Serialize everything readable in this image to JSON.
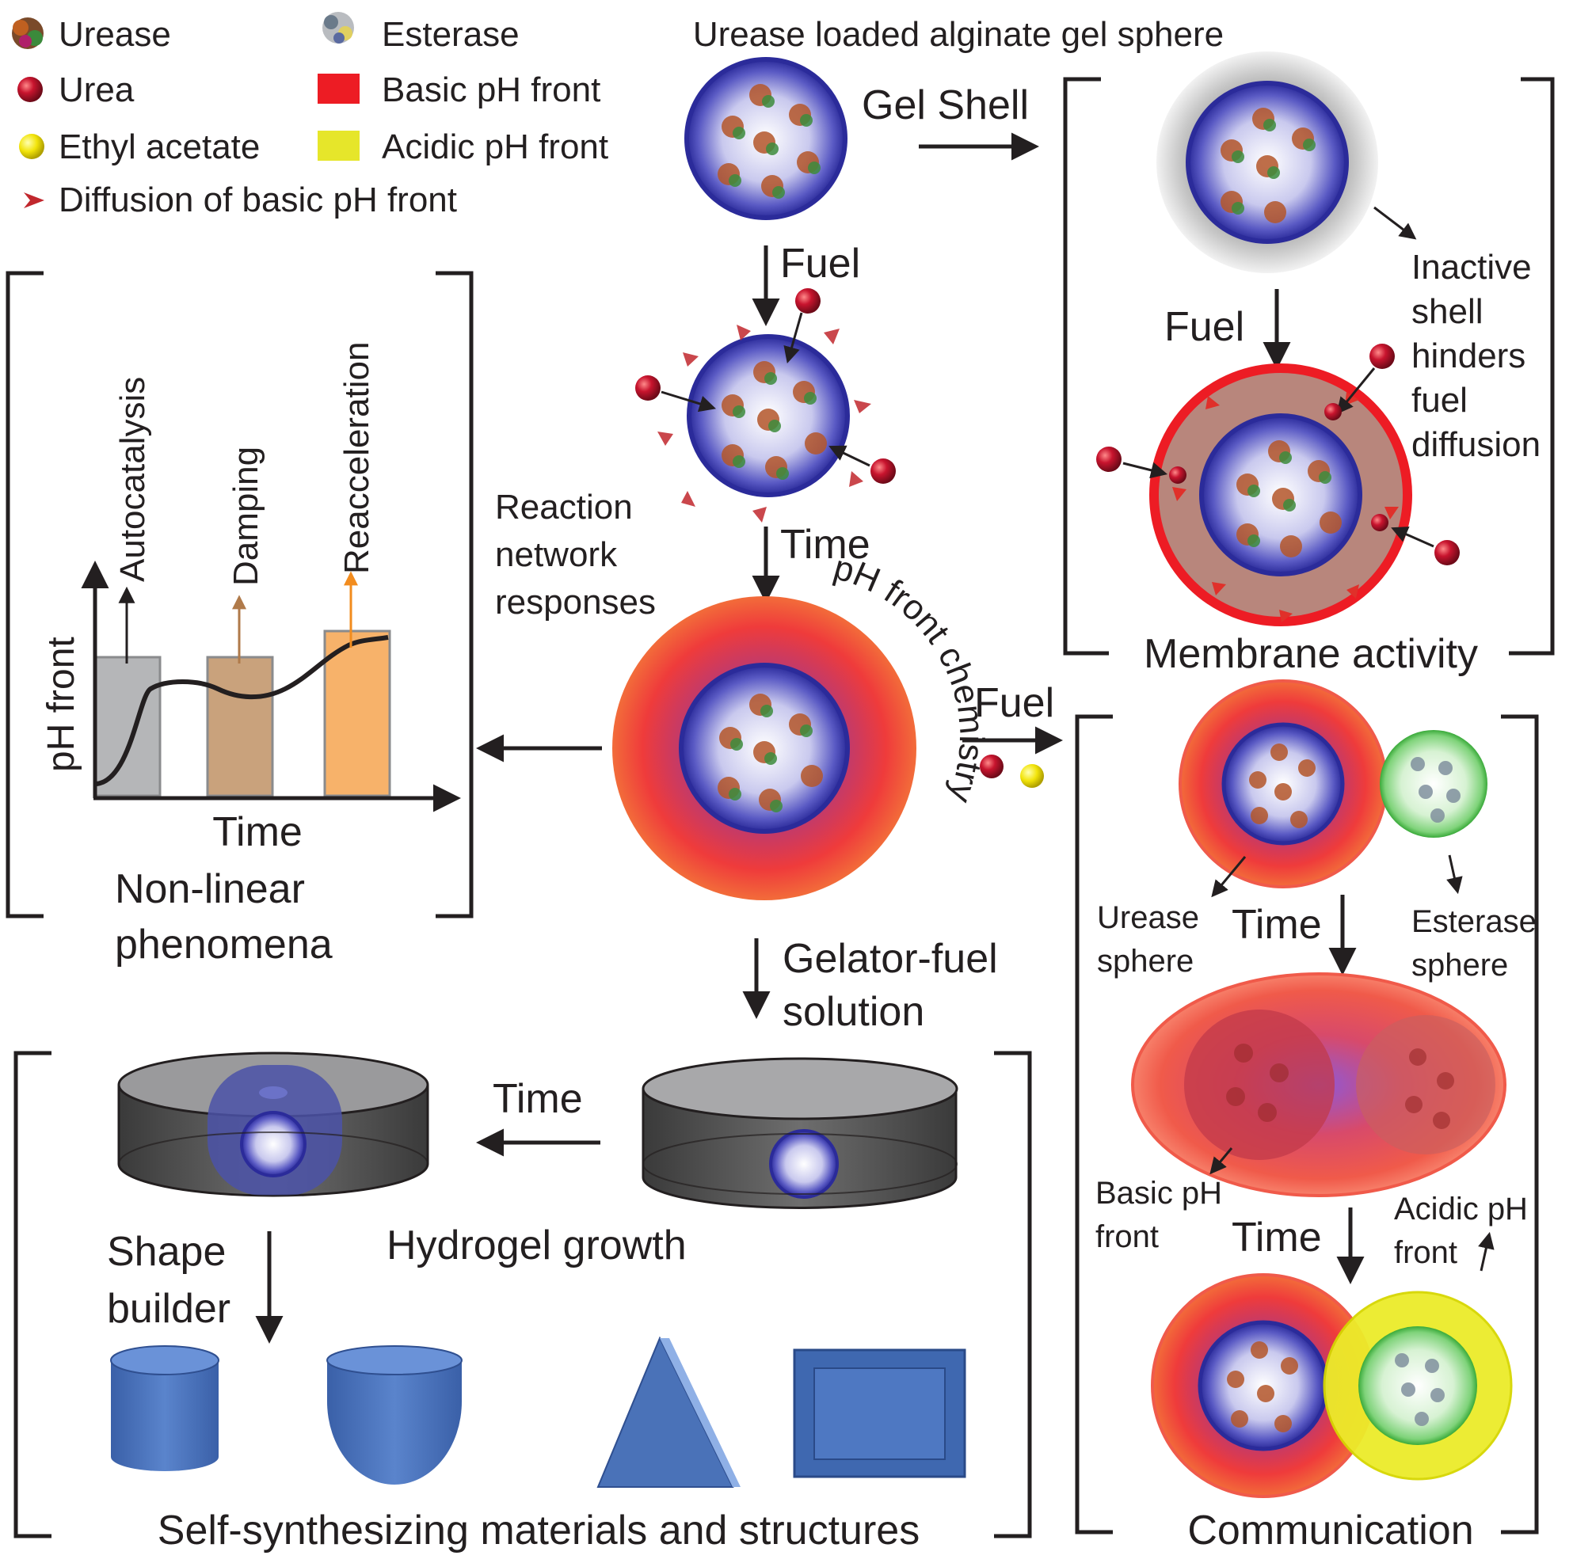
{
  "legend": {
    "urease": "Urease",
    "esterase": "Esterase",
    "urea": "Urea",
    "basic_front": "Basic pH front",
    "ethyl_acetate": "Ethyl acetate",
    "acidic_front": "Acidic pH front",
    "diffusion": "Diffusion of basic pH front"
  },
  "center": {
    "top_label": "Urease loaded alginate gel sphere",
    "fuel_1": "Fuel",
    "time_1": "Time",
    "curved_label": "pH front chemistry",
    "reaction_line1": "Reaction",
    "reaction_line2": "network",
    "reaction_line3": "responses",
    "gelator_line1": "Gelator-fuel",
    "gelator_line2": "solution",
    "fuel_right": "Fuel"
  },
  "membrane": {
    "gel_shell": "Gel Shell",
    "fuel": "Fuel",
    "note_line1": "Inactive",
    "note_line2": "shell",
    "note_line3": "hinders",
    "note_line4": "fuel",
    "note_line5": "diffusion",
    "title": "Membrane activity"
  },
  "nonlinear": {
    "y_axis": "pH front",
    "x_axis": "Time",
    "bar1": "Autocatalysis",
    "bar2": "Damping",
    "bar3": "Reacceleration",
    "title_line1": "Non-linear",
    "title_line2": "phenomena"
  },
  "communication": {
    "urease_line1": "Urease",
    "urease_line2": "sphere",
    "esterase_line1": "Esterase",
    "esterase_line2": "sphere",
    "time_1": "Time",
    "time_2": "Time",
    "basic_line1": "Basic pH",
    "basic_line2": "front",
    "acidic_line1": "Acidic pH",
    "acidic_line2": "front",
    "title": "Communication"
  },
  "materials": {
    "time": "Time",
    "hydrogel": "Hydrogel growth",
    "shape_line1": "Shape",
    "shape_line2": "builder",
    "title": "Self-synthesizing materials and structures"
  },
  "colors": {
    "gel_blue": "#3f3fb0",
    "basic_red": "#ed1c24",
    "acidic_yellow": "#e6e62a",
    "urea_red": "#b3122e",
    "bar_gray": "#a7a9ac",
    "bar_tan": "#c7a078",
    "bar_orange": "#f7b26a",
    "shape_blue": "#4a72b8"
  }
}
